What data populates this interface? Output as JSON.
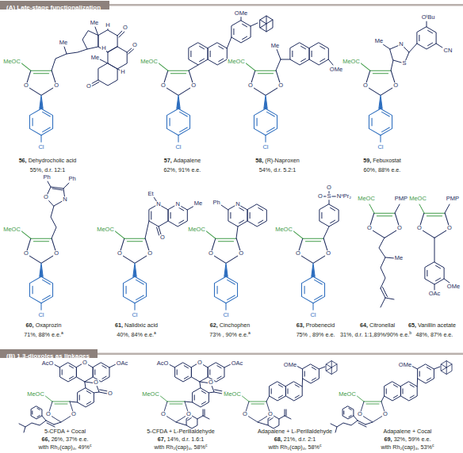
{
  "diagram": {
    "nodes": [
      {
        "text": [
          "(A) Late-stage functionalization"
        ]
      },
      {
        "text": [
          "(B) 1,3-dioxoles as linkages"
        ]
      }
    ],
    "labels": [
      "MeOC",
      "O",
      "O",
      "Cl",
      "Me",
      "Me",
      "Me",
      "H",
      "H",
      "H",
      "O",
      "O",
      "O",
      "56,",
      "Dehydrocholic acid",
      "55%, d.r. 12:1",
      "MeOC",
      "O",
      "O",
      "Cl",
      "OMe",
      "57,",
      "Adapalene",
      "62%, 91% e.e.",
      "MeOC",
      "O",
      "O",
      "Cl",
      "Me",
      "OMe",
      "58,",
      "(R)-Naproxen",
      "54%, d.r. 5.2:1",
      "MeOC",
      "O",
      "O",
      "Cl",
      "Me",
      "S",
      "N",
      "OᵗBu",
      "CN",
      "59,",
      "Febuxostat",
      "60%, 88% e.e.",
      "MeOC",
      "O",
      "O",
      "Cl",
      "Ph",
      "Ph",
      "O",
      "N",
      "60,",
      "Oxaprozin",
      "71%, 88% e.e.",
      "a",
      "MeOC",
      "O",
      "O",
      "Cl",
      "Et",
      "N",
      "N",
      "Me",
      "O",
      "61,",
      "Nalidixic acid",
      "40%, 84% e.e.",
      "a",
      "MeOC",
      "O",
      "O",
      "Cl",
      "Ph",
      "N",
      "62,",
      "Cinchophen",
      "73% , 90% e.e.",
      "a",
      "MeOC",
      "O",
      "O",
      "Cl",
      "O",
      "S",
      "O",
      "NⁿPr₂",
      "63,",
      "Probenecid",
      "75% , 89% e.e.",
      "MeOC",
      "PMP",
      "O",
      "O",
      "Me",
      "64,",
      "Citronellal",
      "31%, d.r. 1:1,89%/90% e.e.",
      "b",
      "MeOC",
      "PMP",
      "O",
      "O",
      "OMe",
      "OAc",
      "65,",
      "Vanillin acetate",
      "48%, 87% e.e.",
      "AcO",
      "O",
      "OAc",
      "O",
      "O",
      "MeOC",
      "O",
      "O",
      "5-CFDA + Cocal",
      "66,",
      "26%, 37% e.e.",
      "with Rh₂(cap)₄, 49%",
      "c",
      "AcO",
      "O",
      "OAc",
      "O",
      "O",
      "MeOC",
      "O",
      "O",
      "5-CFDA + L-Perillaldehyde",
      "67,",
      "14%, d.r. 1.6:1",
      "with Rh₂(cap)₄, 58%",
      "c",
      "OMe",
      "MeOC",
      "O",
      "O",
      "Adapalene + L-Perillaldehyde",
      "68,",
      "21%, d.r. 2:1",
      "with Rh₂(cap)₄, 58%",
      "c",
      "OMe",
      "MeOC",
      "O",
      "O",
      "Adapalene + Cocal",
      "69,",
      "32%, 59% e.e.",
      "with Rh₂(cap)₄, 53%",
      "c"
    ]
  }
}
